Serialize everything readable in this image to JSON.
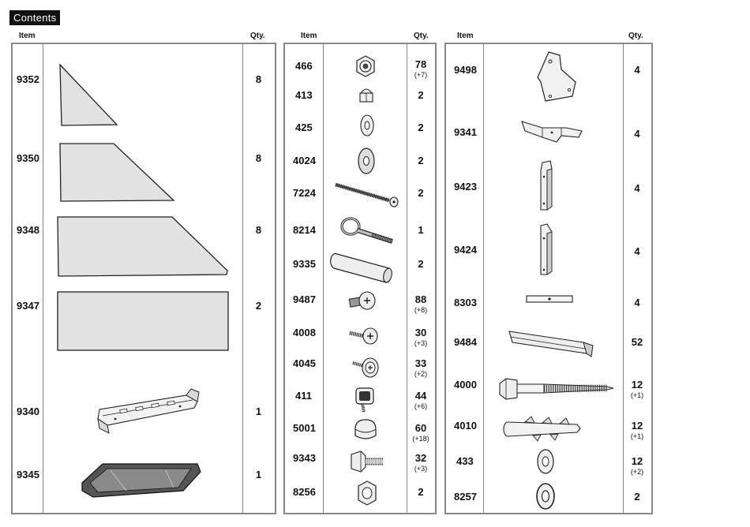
{
  "title": "Contents",
  "headers": {
    "item": "Item",
    "qty": "Qty."
  },
  "columns": [
    {
      "items": [
        {
          "code": "9352",
          "qty": "8",
          "qty_extra": "",
          "icon": "triangle-panel-icon"
        },
        {
          "code": "9350",
          "qty": "8",
          "qty_extra": "",
          "icon": "trapezoid-panel-icon"
        },
        {
          "code": "9348",
          "qty": "8",
          "qty_extra": "",
          "icon": "trapezoid-panel-large-icon"
        },
        {
          "code": "9347",
          "qty": "2",
          "qty_extra": "",
          "icon": "rectangle-panel-icon"
        },
        {
          "code": "9340",
          "qty": "1",
          "qty_extra": "",
          "icon": "slotted-bracket-icon"
        },
        {
          "code": "9345",
          "qty": "1",
          "qty_extra": "",
          "icon": "tray-plate-icon"
        }
      ]
    },
    {
      "items": [
        {
          "code": "466",
          "qty": "78",
          "qty_extra": "(+7)",
          "icon": "lock-nut-icon"
        },
        {
          "code": "413",
          "qty": "2",
          "qty_extra": "",
          "icon": "cap-nut-icon"
        },
        {
          "code": "425",
          "qty": "2",
          "qty_extra": "",
          "icon": "washer-icon"
        },
        {
          "code": "4024",
          "qty": "2",
          "qty_extra": "",
          "icon": "large-washer-icon"
        },
        {
          "code": "7224",
          "qty": "2",
          "qty_extra": "",
          "icon": "threaded-rod-icon"
        },
        {
          "code": "8214",
          "qty": "1",
          "qty_extra": "",
          "icon": "eye-bolt-icon"
        },
        {
          "code": "9335",
          "qty": "2",
          "qty_extra": "",
          "icon": "tube-spacer-icon"
        },
        {
          "code": "9487",
          "qty": "88",
          "qty_extra": "(+8)",
          "icon": "flange-screw-icon"
        },
        {
          "code": "4008",
          "qty": "30",
          "qty_extra": "(+3)",
          "icon": "self-tapping-screw-icon"
        },
        {
          "code": "4045",
          "qty": "33",
          "qty_extra": "(+2)",
          "icon": "washer-screw-icon"
        },
        {
          "code": "411",
          "qty": "44",
          "qty_extra": "(+6)",
          "icon": "square-head-screw-icon"
        },
        {
          "code": "5001",
          "qty": "60",
          "qty_extra": "(+18)",
          "icon": "end-cap-icon"
        },
        {
          "code": "9343",
          "qty": "32",
          "qty_extra": "(+3)",
          "icon": "hex-bolt-icon"
        },
        {
          "code": "8256",
          "qty": "2",
          "qty_extra": "",
          "icon": "hex-nut-icon"
        }
      ]
    },
    {
      "items": [
        {
          "code": "9498",
          "qty": "4",
          "qty_extra": "",
          "icon": "gusset-plate-icon"
        },
        {
          "code": "9341",
          "qty": "4",
          "qty_extra": "",
          "icon": "wing-bracket-icon"
        },
        {
          "code": "9423",
          "qty": "4",
          "qty_extra": "",
          "icon": "angle-bracket-icon"
        },
        {
          "code": "9424",
          "qty": "4",
          "qty_extra": "",
          "icon": "angle-bracket-alt-icon"
        },
        {
          "code": "8303",
          "qty": "4",
          "qty_extra": "",
          "icon": "flat-strip-icon"
        },
        {
          "code": "9484",
          "qty": "52",
          "qty_extra": "",
          "icon": "channel-profile-icon"
        },
        {
          "code": "4000",
          "qty": "12",
          "qty_extra": "(+1)",
          "icon": "lag-screw-icon"
        },
        {
          "code": "4010",
          "qty": "12",
          "qty_extra": "(+1)",
          "icon": "wall-plug-icon"
        },
        {
          "code": "433",
          "qty": "12",
          "qty_extra": "(+2)",
          "icon": "flat-washer-icon"
        },
        {
          "code": "8257",
          "qty": "2",
          "qty_extra": "",
          "icon": "thick-washer-icon"
        }
      ]
    }
  ]
}
